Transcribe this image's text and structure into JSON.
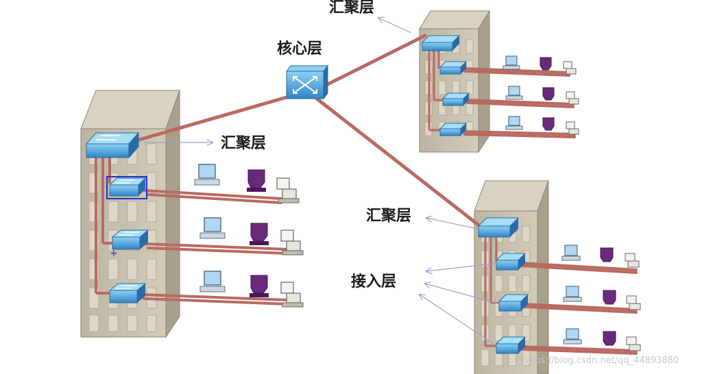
{
  "labels": {
    "core": "核心层",
    "aggregation_top": "汇聚层",
    "aggregation_left": "汇聚层",
    "aggregation_right": "汇聚层",
    "access": "接入层"
  },
  "watermark": "https://blog.csdn.net/qq_44893880",
  "colors": {
    "link": "#b96a62",
    "building": "#c7bfac",
    "switch": "#4a9fd8",
    "computer_purple": "#6a2a7a"
  },
  "icons": [
    "core-switch-icon",
    "switch-icon",
    "computer-icon",
    "server-icon",
    "printer-icon",
    "building-icon"
  ]
}
